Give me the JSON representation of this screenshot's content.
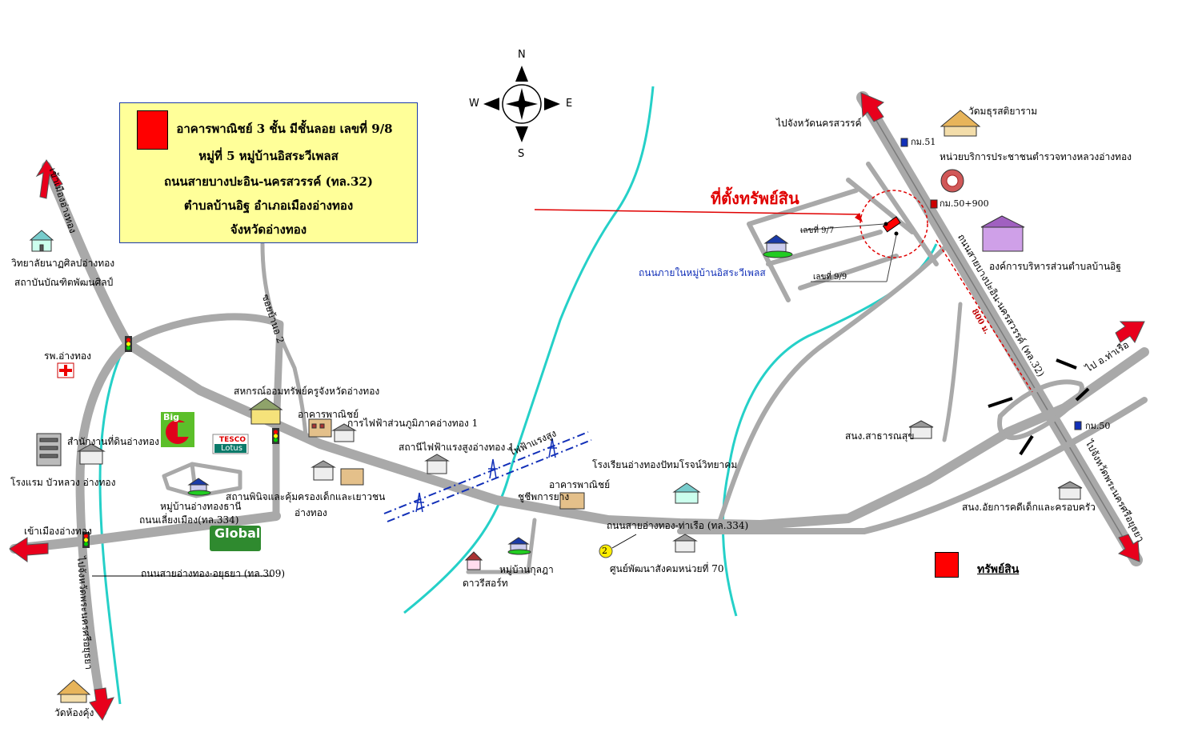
{
  "info_box": {
    "line1": "อาคารพาณิชย์ 3 ชั้น มีชั้นลอย เลขที่ 9/8",
    "line2": "หมู่ที่ 5 หมู่บ้านอิสระวีเพลส",
    "line3": "ถนนสายบางปะอิน-นครสวรรค์ (ทล.32)",
    "line4": "ตำบลบ้านอิฐ อำเภอเมืองอ่างทอง",
    "line5": "จังหวัดอ่างทอง"
  },
  "compass": {
    "n": "N",
    "s": "S",
    "e": "E",
    "w": "W"
  },
  "location_title": "ที่ตั้งทรัพย์สิน",
  "legend": {
    "label": "ทรัพย์สิน",
    "color": "#ff0000"
  },
  "colors": {
    "road": "#a9a9a9",
    "river": "#25d0c8",
    "arrow": "#e8001c",
    "property": "#ff0000",
    "info_border": "#1a3aa8",
    "info_bg": "#ffff99"
  },
  "labels": {
    "to_angthong_nw": "เข้าเมืองอ่างทอง",
    "college": "วิทยาลัยนาฏศิลปอ่างทอง",
    "institute": "สถาบันบัณฑิตพัฒนศิลป์",
    "hospital": "รพ.อ่างทอง",
    "soi2": "ซอยบ้านอ 2",
    "coop": "สหกรณ์ออมทรัพย์ครูจังหวัดอ่างทอง",
    "commercial_1": "อาคารพาณิชย์",
    "pea": "การไฟฟ้าส่วนภูมิภาคอ่างทอง 1",
    "land_office": "สำนักงานที่ดินอ่างทอง",
    "hotel": "โรงแรม บัวหลวง อ่างทอง",
    "village_thani": "หมู่บ้านอ่างทองธานี",
    "bypass": "ถนนเลี่ยงเมือง(ทล.334)",
    "to_angthong_w": "เข้าเมืองอ่างทอง",
    "to_ayutthaya_sw": "ไปจังหวัดพระนครศรีอยุธยา",
    "road309": "ถนนสายอ่างทอง-อยุธยา (ทล.309)",
    "wat_hongkung": "วัดห้องคุ้ง",
    "child_center_1": "สถานพินิจและคุ้มครองเด็กและเยาวชน",
    "child_center_2": "อ่างทอง",
    "substation": "สถานีไฟฟ้าแรงสูงอ่างทอง 1",
    "power_line": "ไฟฟ้าแรงสูง",
    "commercial_2": "อาคารพาณิชย์",
    "chipkan": "ชูชีพการยาง",
    "school": "โรงเรียนอ่างทองปัทมโรจน์วิทยาคม",
    "road334": "ถนนสายอ่างทอง-ท่าเรือ (ทล.334)",
    "marker_2": "2",
    "dev_center": "ศูนย์พัฒนาสังคมหน่วยที่ 70",
    "village_kul": "หมู่บ้านกุลฎา",
    "dawee": "ดาวรีสอร์ท",
    "to_nakhonsawan": "ไปจังหวัดนครสวรรค์",
    "km51": "กม.51",
    "wat_thamma": "วัดมธุรสติยาราม",
    "police": "หน่วยบริการประชาชนตำรวจทางหลวงอ่างทอง",
    "km50_900": "กม.50+900",
    "no_9_7": "เลขที่ 9/7",
    "no_9_9": "เลขที่ 9/9",
    "village_road": "ถนนภายในหมู่บ้านอิสระวีเพลส",
    "sao": "องค์การบริหารส่วนตำบลบ้านอิฐ",
    "road32": "ถนนสายบางปะอิน-นครสวรรค์ (ทล.32)",
    "distance": "800 ม.",
    "to_tharua": "ไป อ.ท่าเรือ",
    "km50": "กม.50",
    "public_health": "สนง.สาธารณสุข",
    "prosecutor": "สนง.อัยการคดีเด็กและครอบครัว",
    "to_ayutthaya_se": "ไปจังหวัดพระนครศรีอยุธยา"
  },
  "logos": {
    "big_c": "Big",
    "tesco_1": "TESCO",
    "tesco_2": "Lotus",
    "global": "Global"
  }
}
